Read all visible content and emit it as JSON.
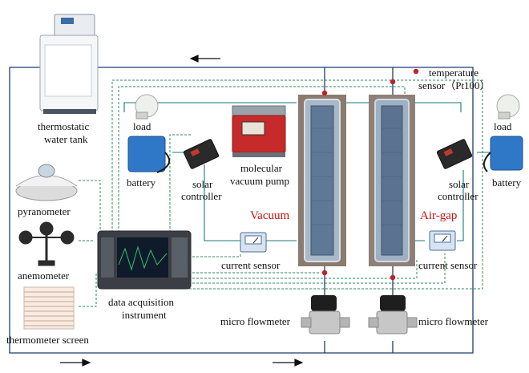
{
  "labels": {
    "thermostatic_water_tank": [
      "thermostatic",
      "water tank"
    ],
    "pyranometer": "pyranometer",
    "anemometer": "anemometer",
    "thermometer_screen": "thermometer screen",
    "data_acquisition_instrument": [
      "data acquisition",
      "instrument"
    ],
    "load_left": "load",
    "battery_left": "battery",
    "solar_controller_left": [
      "solar",
      "controller"
    ],
    "molecular_vacuum_pump": [
      "molecular",
      "vacuum pump"
    ],
    "current_sensor_left": "current sensor",
    "vacuum": "Vacuum",
    "air_gap": "Air-gap",
    "temperature_sensor": [
      "temperature",
      "sensor（Pt100）"
    ],
    "load_right": "load",
    "battery_right": "battery",
    "solar_controller_right": [
      "solar",
      "controller"
    ],
    "current_sensor_right": "current sensor",
    "micro_flowmeter_left": "micro flowmeter",
    "micro_flowmeter_right": "micro flowmeter"
  },
  "colors": {
    "water_loop": "#1f3a6e",
    "signal_wire": "#2e8b57",
    "power_wire": "#1a7a7a",
    "sensor_dot": "#c0202a",
    "label_red": "#cc1111"
  }
}
